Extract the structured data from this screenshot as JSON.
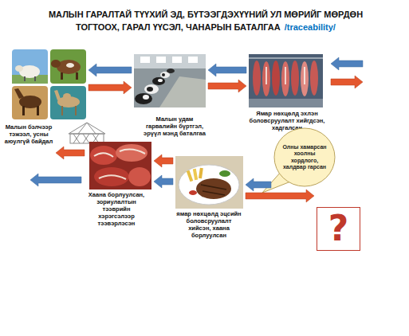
{
  "diagram": {
    "title": "МАЛЫН ГАРАЛТАЙ ТҮҮХИЙ ЭД, БҮТЭЭГДЭХҮҮНИЙ УЛ МӨРИЙГ МӨРДӨН ТОГТООХ, ГАРАЛ ҮҮСЭЛ, ЧАНАРЫН БАТАЛГАА",
    "nodes": [
      {
        "text": [
          "Малын бэлчээр тэжээл, усны аюулгүй байдал"
        ]
      },
      {
        "text": [
          "Малын удам гарвалийн бүртгэл, эрүүл мэнд баталгаа"
        ]
      },
      {
        "text": [
          "Ямар нөхцөлд эхлэн боловсруулалт хийгдсэн, хадгалсан"
        ]
      },
      {
        "text": [
          "Хаана борлуулсан, зориулалтын тээврийн хэрэгсэлээр тээвэрлэсэн"
        ]
      },
      {
        "text": [
          "ямар нөхцөлд эцсийн боловсруулалт хийсэн, хаана борлуулсан"
        ]
      },
      {
        "text": [
          "Олны хамарсан хоолны хордлого, халдвар гарсан"
        ]
      },
      {
        "text": [
          "?"
        ]
      }
    ],
    "edges": [
      {
        "from": 1,
        "to": 0,
        "arrow": "to"
      },
      {
        "from": 0,
        "to": 1,
        "arrow": "to"
      },
      {
        "from": 2,
        "to": 1,
        "arrow": "to"
      },
      {
        "from": 1,
        "to": 2,
        "arrow": "to"
      },
      {
        "from": 4,
        "to": 3,
        "arrow": "to"
      },
      {
        "from": 4,
        "to": 3,
        "arrow": "to"
      },
      {
        "from": 5,
        "to": 4,
        "arrow": "to"
      },
      {
        "from": 4,
        "to": 6,
        "arrow": "to"
      }
    ],
    "labels": [
      "/traceability/"
    ]
  }
}
